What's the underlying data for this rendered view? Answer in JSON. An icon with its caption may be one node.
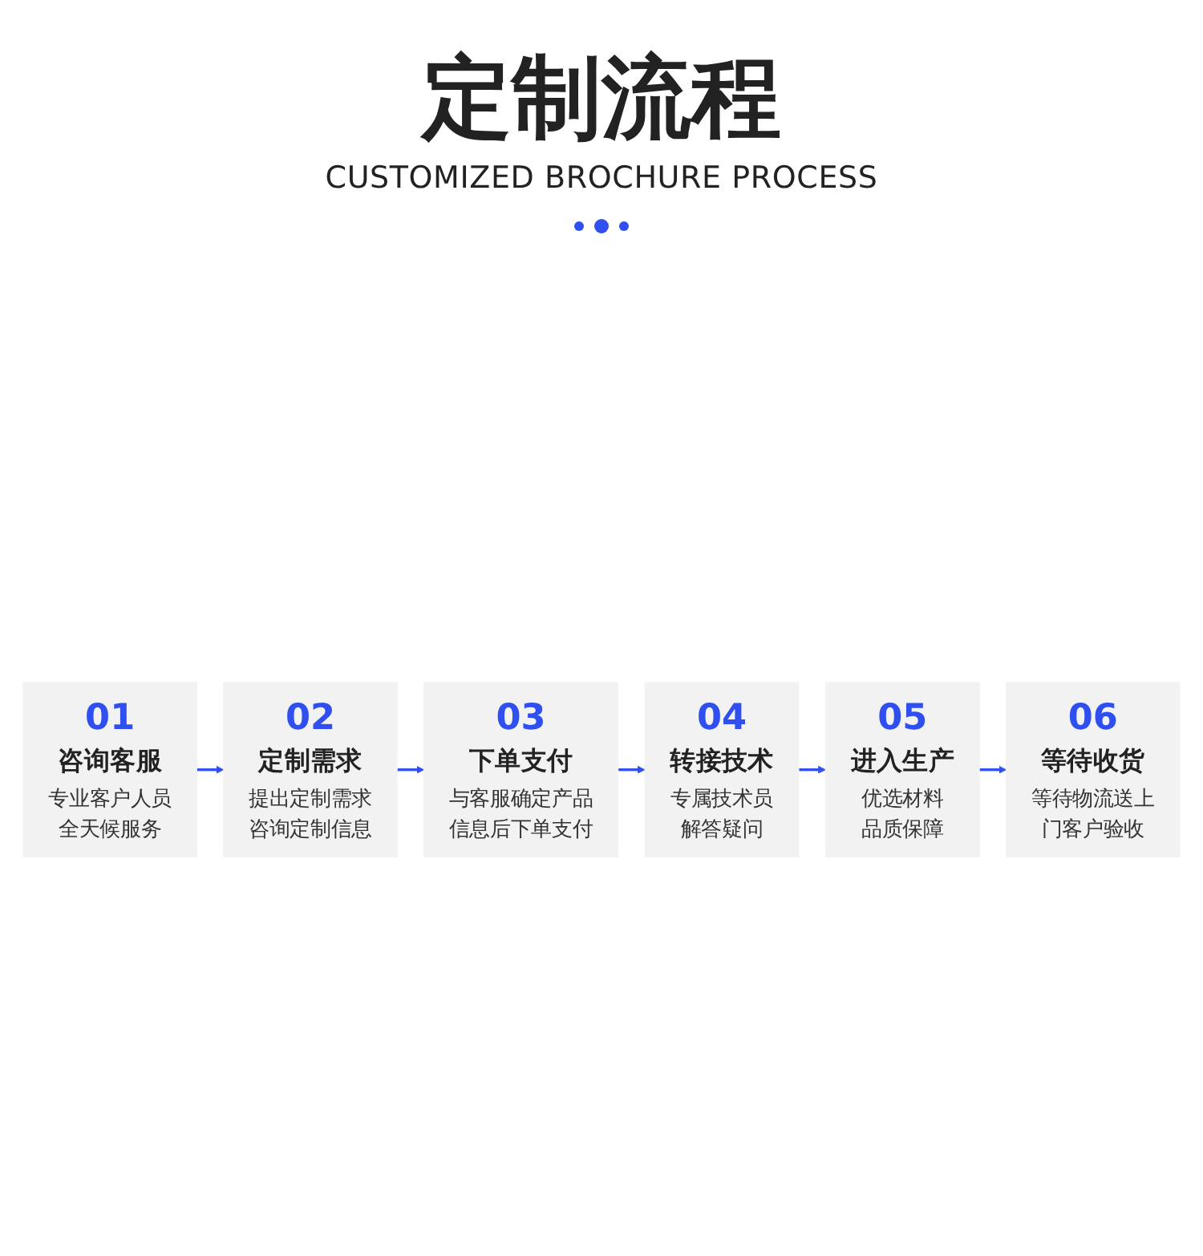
{
  "diagram": {
    "title": "定制流程",
    "nodes": [
      {
        "text": [
          "01",
          "咨询客服",
          "专业客户人员全天候服务"
        ]
      },
      {
        "text": [
          "02",
          "定制需求",
          "提出定制需求咨询定制信息"
        ]
      },
      {
        "text": [
          "03",
          "下单支付",
          "与客服确定产品信息后下单支付"
        ]
      },
      {
        "text": [
          "04",
          "转接技术",
          "专属技术员解答疑问"
        ]
      },
      {
        "text": [
          "05",
          "进入生产",
          "优选材料品质保障"
        ]
      },
      {
        "text": [
          "06",
          "等待收货",
          "等待物流送上门客户验收"
        ]
      }
    ],
    "edges": [
      {
        "from": 0,
        "to": 1,
        "arrow": "to"
      },
      {
        "from": 1,
        "to": 2,
        "arrow": "to"
      },
      {
        "from": 2,
        "to": 3,
        "arrow": "to"
      },
      {
        "from": 3,
        "to": 4,
        "arrow": "to"
      },
      {
        "from": 4,
        "to": 5,
        "arrow": "to"
      }
    ],
    "labels": [
      "CUSTOMIZED BROCHURE PROCESS"
    ]
  }
}
